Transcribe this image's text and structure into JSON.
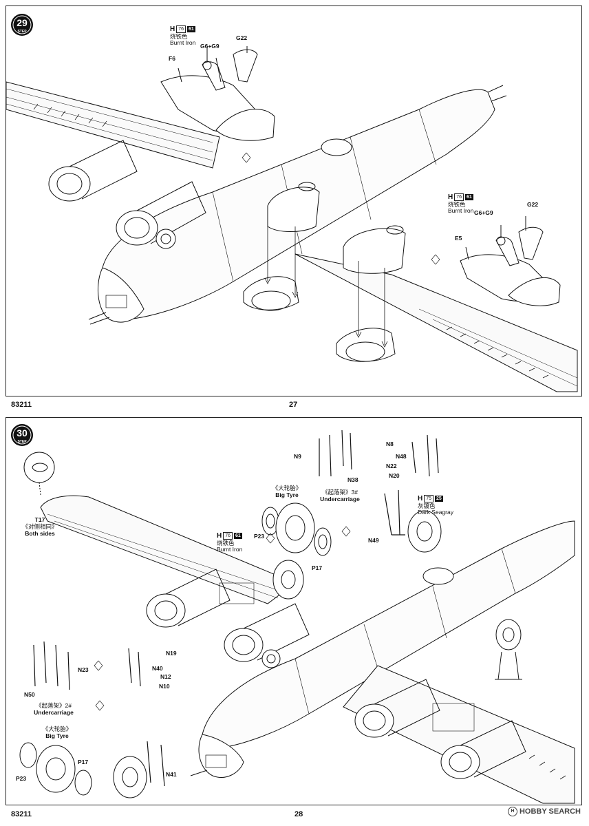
{
  "top": {
    "step_number": "29",
    "step_word": "STEP",
    "page_code": "83211",
    "page_number": "27",
    "paint_left": {
      "code": "H",
      "num1": "76",
      "num2": "61",
      "cn": "烧铁色",
      "en": "Burnt Iron"
    },
    "paint_right": {
      "code": "H",
      "num1": "76",
      "num2": "61",
      "cn": "烧铁色",
      "en": "Burnt Iron"
    },
    "labels": {
      "g6g9_a": "G6+G9",
      "g22_a": "G22",
      "f6": "F6",
      "g6g9_b": "G6+G9",
      "g22_b": "G22",
      "e5": "E5"
    }
  },
  "bottom": {
    "step_number": "30",
    "step_word": "STEP",
    "page_code": "83211",
    "page_number": "28",
    "paint_mid": {
      "code": "H",
      "num1": "76",
      "num2": "61",
      "cn": "烧铁色",
      "en": "Burnt Iron"
    },
    "paint_right": {
      "code": "H",
      "num1": "75",
      "num2": "25",
      "cn": "灰镀色",
      "en": "Dark Seagray"
    },
    "t17": {
      "part": "T17",
      "cn": "《对侧相同》",
      "en": "Both sides"
    },
    "undercarriage3": {
      "cn": "《起落架》3#",
      "en": "Undercarriage"
    },
    "bigtyre_a": {
      "cn": "《大轮胎》",
      "en": "Big Tyre"
    },
    "undercarriage2": {
      "cn": "《起落架》2#",
      "en": "Undercarriage"
    },
    "bigtyre_b": {
      "cn": "《大轮胎》",
      "en": "Big Tyre"
    },
    "labels": {
      "n9": "N9",
      "n38": "N38",
      "n8": "N8",
      "n48": "N48",
      "n22": "N22",
      "n20": "N20",
      "p23_a": "P23",
      "p17_a": "P17",
      "n49": "N49",
      "n19": "N19",
      "n40": "N40",
      "n12": "N12",
      "n10": "N10",
      "n23": "N23",
      "n50": "N50",
      "p23_b": "P23",
      "p17_b": "P17",
      "n41": "N41"
    }
  },
  "watermark": "HOBBY SEARCH",
  "colors": {
    "ink": "#111111",
    "paper": "#ffffff"
  }
}
